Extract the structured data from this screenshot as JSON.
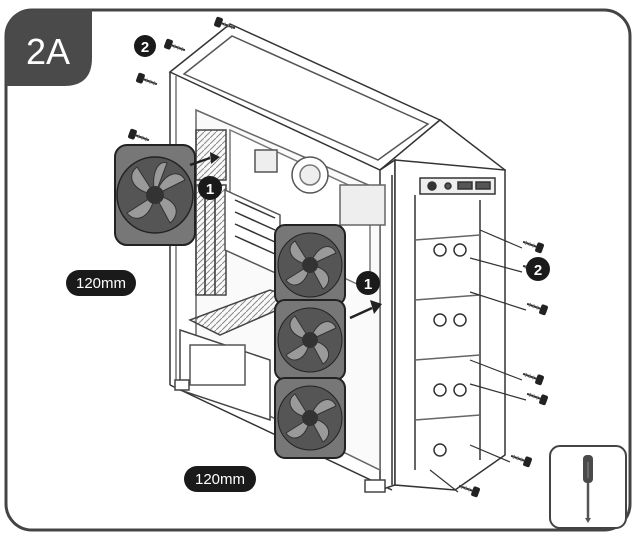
{
  "step": {
    "label": "2A"
  },
  "callouts": {
    "step_1": "1",
    "step_2": "2"
  },
  "fan_size_labels": {
    "rear": "120mm",
    "front": "120mm"
  },
  "tool_icon": "screwdriver-icon"
}
